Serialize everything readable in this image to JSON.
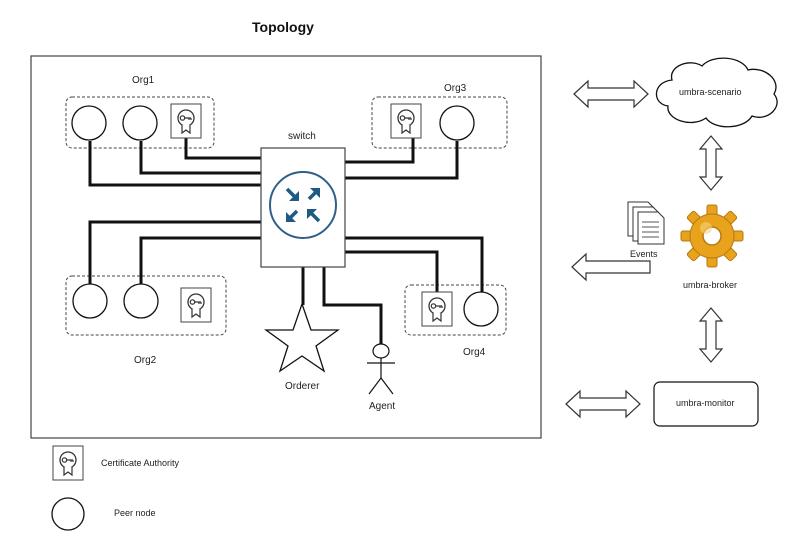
{
  "title": "Topology",
  "orgs": [
    "Org1",
    "Org2",
    "Org3",
    "Org4"
  ],
  "switch_label": "switch",
  "orderer_label": "Orderer",
  "agent_label": "Agent",
  "events_label": "Events",
  "umbra": {
    "scenario": "umbra-scenario",
    "broker": "umbra-broker",
    "monitor": "umbra-monitor"
  },
  "legend": {
    "ca": "Certificate Authority",
    "peer": "Peer node"
  },
  "icons": [
    "certificate-authority-icon",
    "peer-node-icon",
    "router-icon",
    "star-icon",
    "actor-icon",
    "document-icon",
    "gear-icon",
    "double-arrow-icon",
    "cloud-icon"
  ]
}
